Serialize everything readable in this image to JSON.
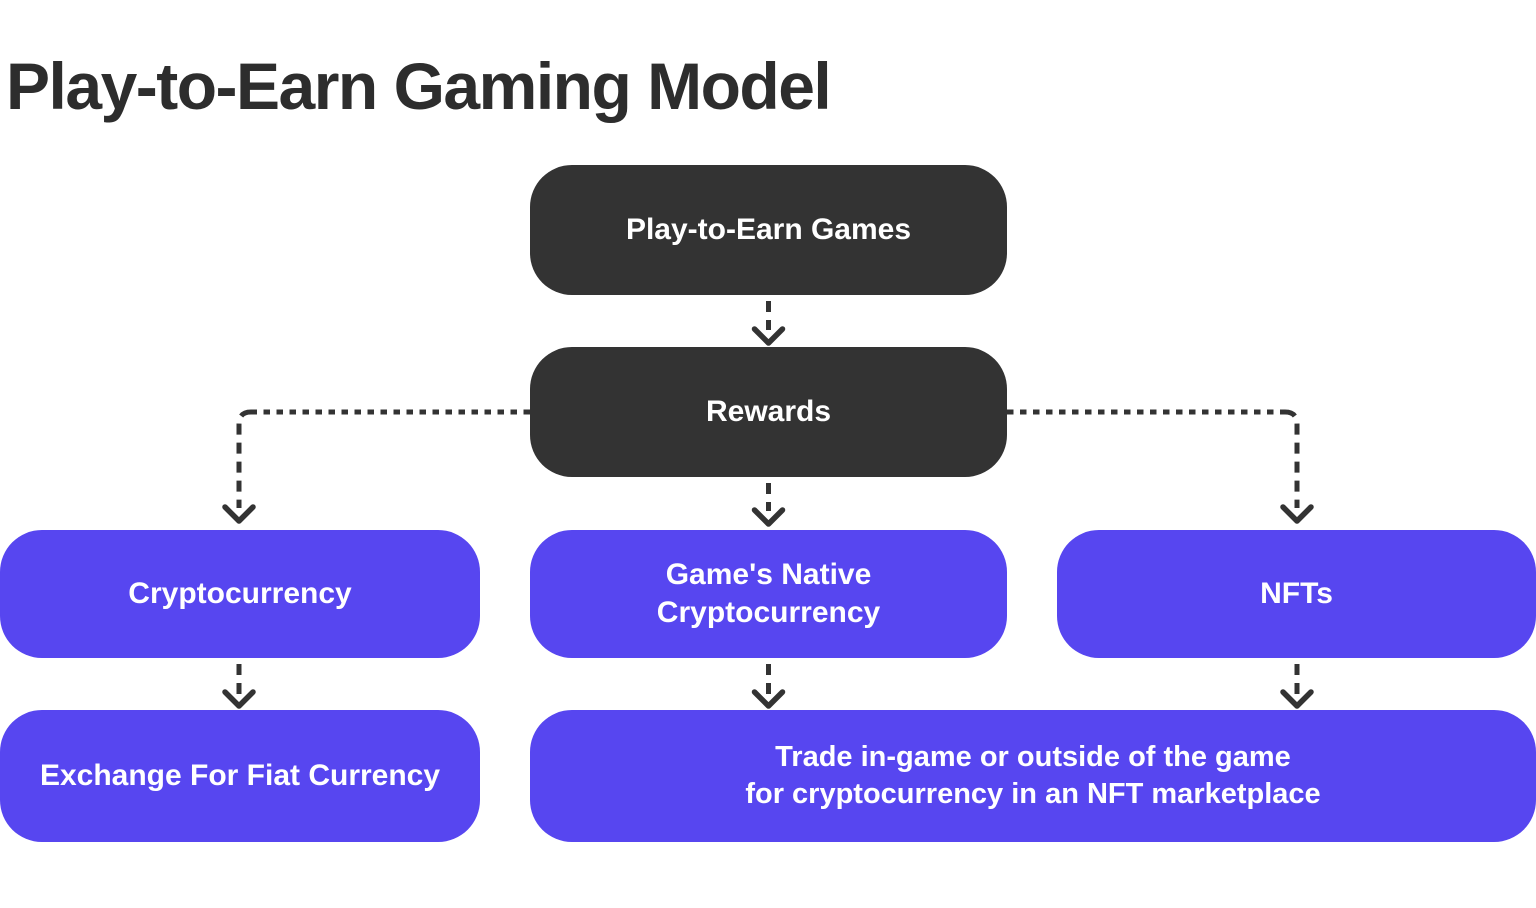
{
  "title": "Play-to-Earn Gaming Model",
  "colors": {
    "background": "#ffffff",
    "dark_node": "#333333",
    "purple_node": "#5746f0",
    "node_text": "#ffffff",
    "title_text": "#2d2d2d",
    "connector": "#333333"
  },
  "nodes": {
    "games": {
      "label": "Play-to-Earn Games"
    },
    "rewards": {
      "label": "Rewards"
    },
    "cryptocurrency": {
      "label": "Cryptocurrency"
    },
    "native_crypto": {
      "line1": "Game's Native",
      "line2": "Cryptocurrency"
    },
    "nfts": {
      "label": "NFTs"
    },
    "fiat": {
      "label": "Exchange For Fiat Currency"
    },
    "trade": {
      "line1": "Trade in-game or outside of the game",
      "line2": "for cryptocurrency in an NFT marketplace"
    }
  },
  "edges": [
    {
      "from": "games",
      "to": "rewards"
    },
    {
      "from": "rewards",
      "to": "cryptocurrency"
    },
    {
      "from": "rewards",
      "to": "native_crypto"
    },
    {
      "from": "rewards",
      "to": "nfts"
    },
    {
      "from": "cryptocurrency",
      "to": "fiat"
    },
    {
      "from": "native_crypto",
      "to": "trade"
    },
    {
      "from": "nfts",
      "to": "trade"
    }
  ]
}
